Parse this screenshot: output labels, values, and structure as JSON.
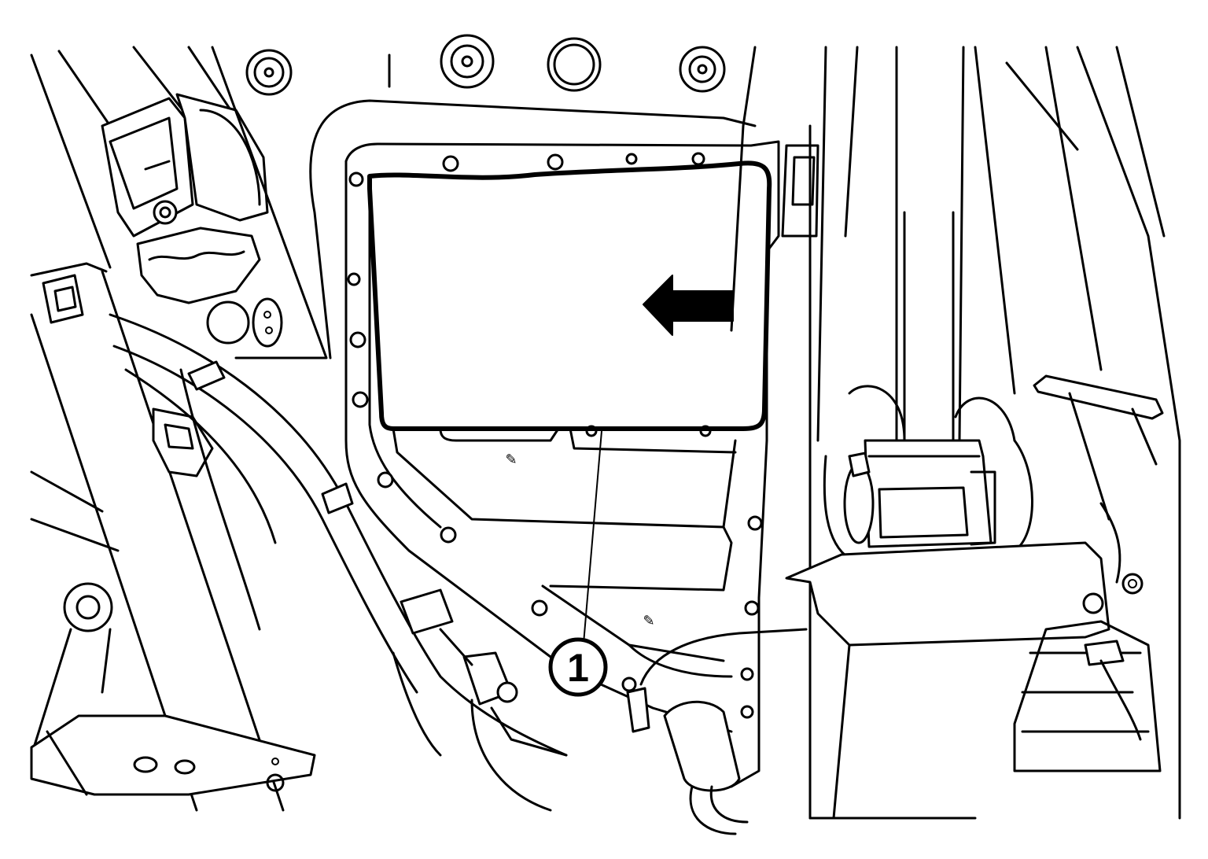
{
  "diagram": {
    "callouts": [
      {
        "id": "1",
        "label": "1",
        "target": "panel-seal"
      }
    ],
    "arrow": {
      "direction": "left"
    },
    "colors": {
      "stroke": "#000000",
      "background": "#ffffff"
    }
  }
}
